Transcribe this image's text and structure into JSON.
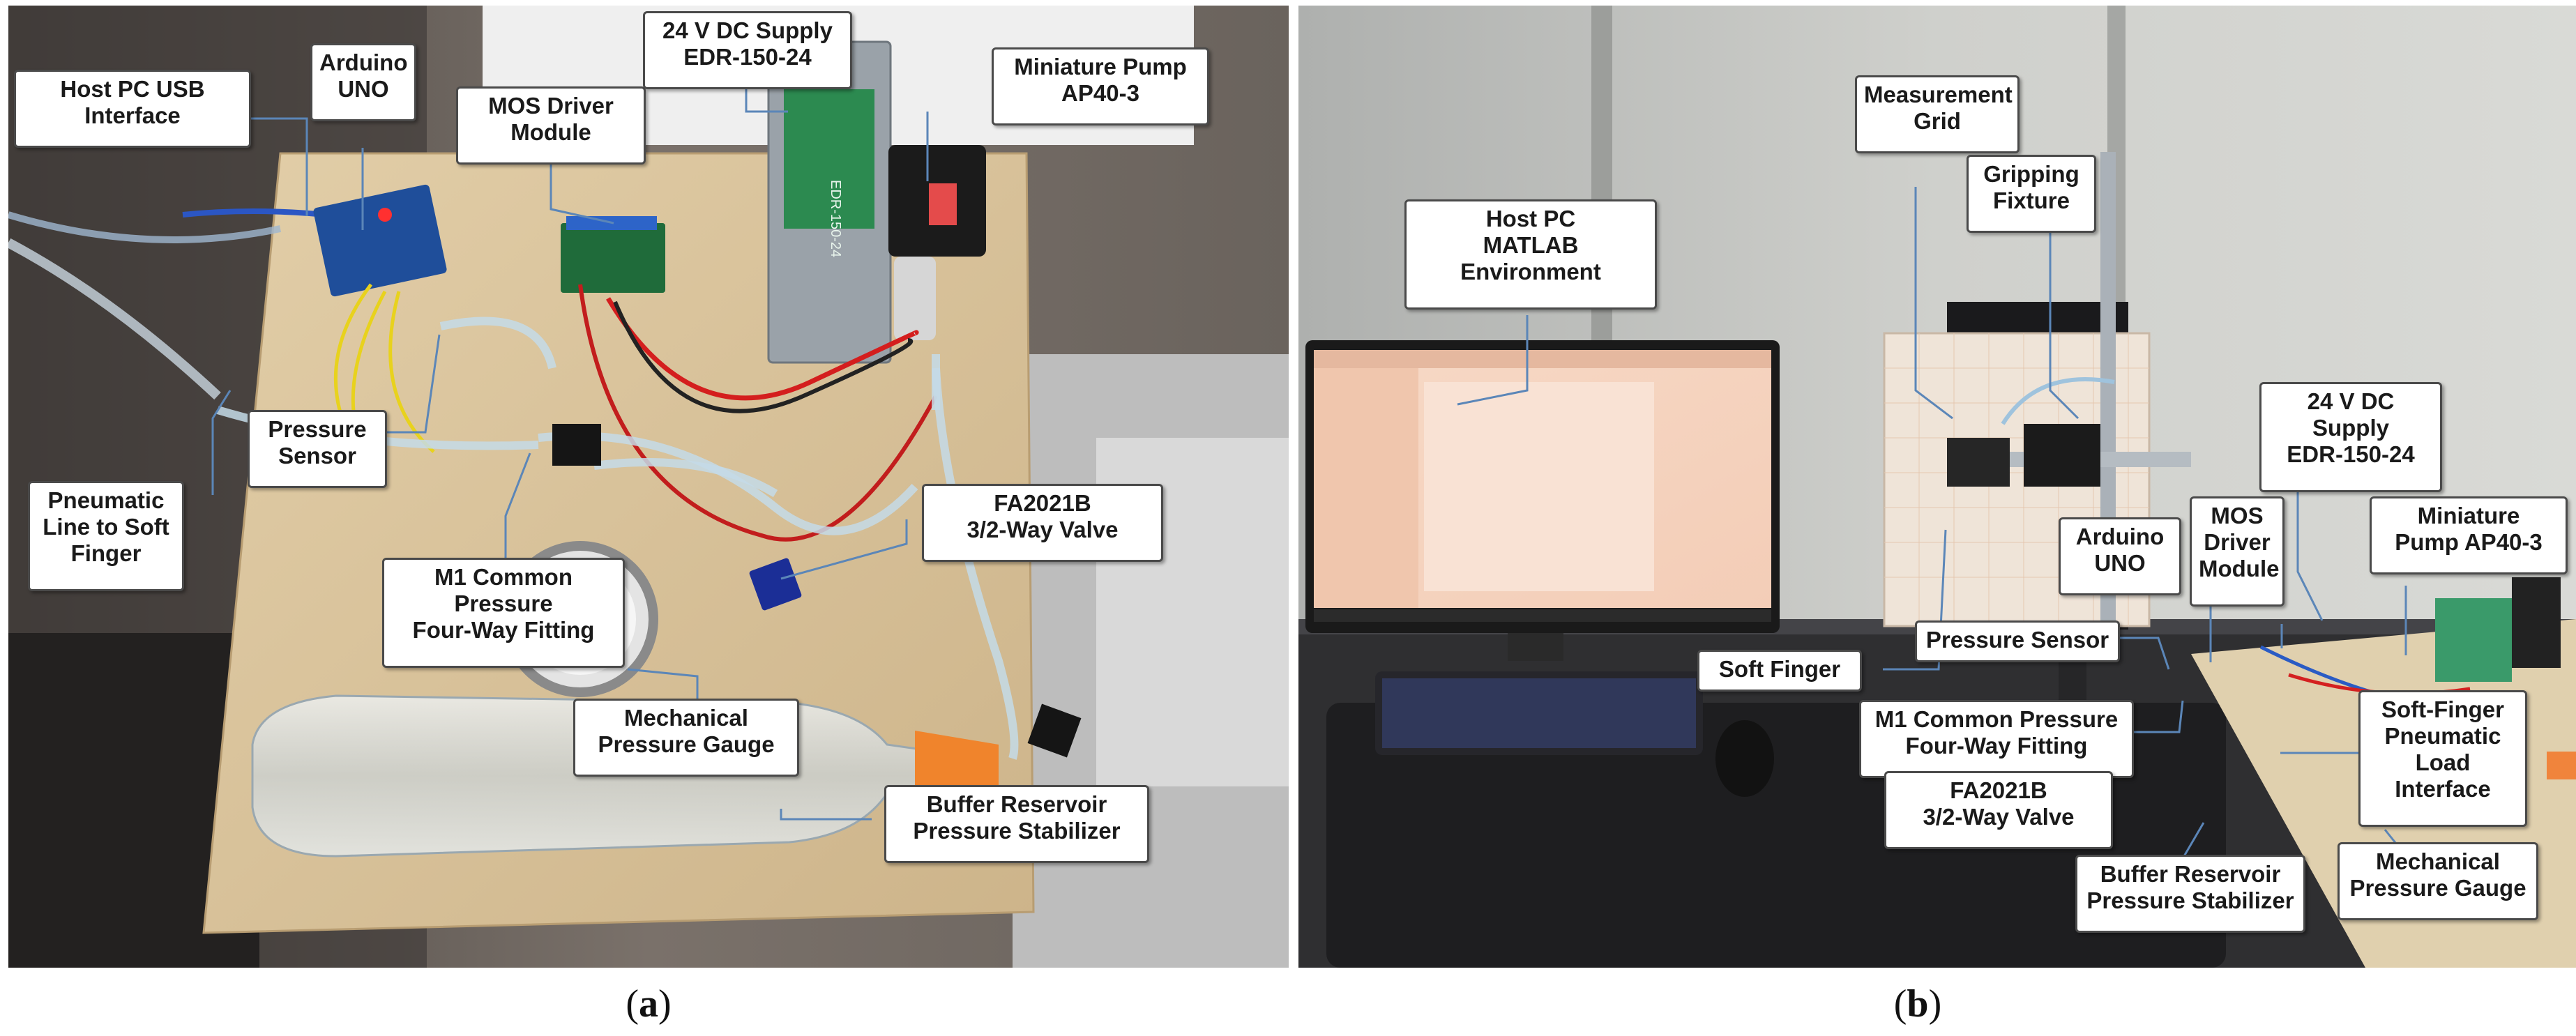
{
  "panel_a": {
    "caption": "(a)",
    "letter": "a",
    "labels": {
      "host_pc_usb": "Host PC USB\nInterface",
      "arduino": "Arduino\nUNO",
      "mos_driver": "MOS Driver\nModule",
      "dc_supply": "24 V DC Supply\nEDR-150-24",
      "pump": "Miniature Pump\nAP40-3",
      "pressure_sensor": "Pressure\nSensor",
      "pneumatic_line": "Pneumatic\nLine to Soft\nFinger",
      "m1_fitting": "M1 Common\nPressure\nFour-Way Fitting",
      "valve": "FA2021B\n3/2-Way Valve",
      "gauge": "Mechanical\nPressure Gauge",
      "buffer": "Buffer Reservoir\nPressure Stabilizer"
    },
    "supply_text": "EDR-150-24"
  },
  "panel_b": {
    "caption": "(b)",
    "letter": "b",
    "labels": {
      "matlab": "Host PC\nMATLAB\nEnvironment",
      "grid": "Measurement\nGrid",
      "fixture": "Gripping\nFixture",
      "dc_supply": "24 V DC\nSupply\nEDR-150-24",
      "arduino": "Arduino\nUNO",
      "mos_driver": "MOS\nDriver\nModule",
      "pump": "Miniature\nPump AP40-3",
      "pressure_sensor": "Pressure Sensor",
      "soft_finger": "Soft Finger",
      "m1_fitting": "M1 Common Pressure\nFour-Way Fitting",
      "load_interface": "Soft-Finger\nPneumatic\nLoad\nInterface",
      "valve": "FA2021B\n3/2-Way Valve",
      "buffer": "Buffer Reservoir\nPressure Stabilizer",
      "gauge": "Mechanical\nPressure Gauge"
    }
  },
  "colors": {
    "label_border": "#4a4a4a",
    "leader": "#5b86b8",
    "table_wood": "#d8c39c",
    "pcb_green": "#1f6b3a",
    "supply_green": "#2c8a50"
  }
}
